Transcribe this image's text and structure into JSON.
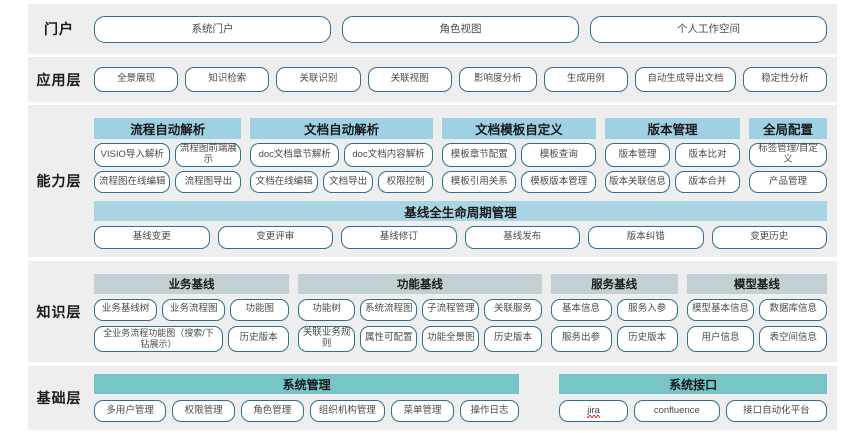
{
  "layers": [
    {
      "id": "portal",
      "label": "门户",
      "buttons": [
        "系统门户",
        "角色视图",
        "个人工作空间"
      ]
    },
    {
      "id": "application",
      "label": "应用层",
      "buttons": [
        "全景展现",
        "知识检索",
        "关联识别",
        "关联视图",
        "影响度分析",
        "生成用例",
        "自动生成导出文档",
        "稳定性分析"
      ]
    },
    {
      "id": "capability",
      "label": "能力层",
      "groups": [
        {
          "header": "流程自动解析",
          "rows": [
            [
              "VISIO导入解析",
              "流程图前端展\n示"
            ],
            [
              "流程图在线编辑",
              "流程图导出"
            ]
          ]
        },
        {
          "header": "文档自动解析",
          "rows": [
            [
              "doc文档章节解析",
              "doc文档内容解析"
            ],
            [
              "文档在线编辑",
              "文档导出",
              "权限控制"
            ]
          ]
        },
        {
          "header": "文档模板自定义",
          "rows": [
            [
              "模板章节配置",
              "模板查询"
            ],
            [
              "模板引用关系",
              "模板版本管理"
            ]
          ]
        },
        {
          "header": "版本管理",
          "rows": [
            [
              "版本管理",
              "版本比对"
            ],
            [
              "版本关联信息",
              "版本合并"
            ]
          ]
        },
        {
          "header": "全局配置",
          "rows": [
            [
              "标签管理/自定\n义"
            ],
            [
              "产品管理"
            ]
          ]
        }
      ],
      "lifecycle": {
        "header": "基线全生命周期管理",
        "buttons": [
          "基线变更",
          "变更评审",
          "基线修订",
          "基线发布",
          "版本纠错",
          "变更历史"
        ]
      }
    },
    {
      "id": "knowledge",
      "label": "知识层",
      "groups": [
        {
          "header": "业务基线",
          "rows": [
            [
              "业务基线树",
              "业务流程图",
              "功能图"
            ],
            [
              "全业务流程功能图（搜索/下\n钻展示）",
              "历史版本"
            ]
          ]
        },
        {
          "header": "功能基线",
          "rows": [
            [
              "功能树",
              "系统流程图",
              "子流程管理",
              "关联服务"
            ],
            [
              "关联业务规则",
              "属性可配置",
              "功能全景图",
              "历史版本"
            ]
          ]
        },
        {
          "header": "服务基线",
          "rows": [
            [
              "基本信息",
              "服务入参"
            ],
            [
              "服务出参",
              "历史版本"
            ]
          ]
        },
        {
          "header": "模型基线",
          "rows": [
            [
              "模型基本信息",
              "数据库信息"
            ],
            [
              "用户信息",
              "表空间信息"
            ]
          ]
        }
      ]
    },
    {
      "id": "foundation",
      "label": "基础层",
      "groups": [
        {
          "header": "系统管理",
          "rows": [
            [
              "多用户管理",
              "权限管理",
              "角色管理",
              "组织机构管理",
              "菜单管理",
              "操作日志"
            ]
          ]
        },
        {
          "header": "系统接口",
          "rows": [
            [
              "jira",
              "confluence",
              "接口自动化平台"
            ]
          ]
        }
      ]
    }
  ],
  "colors": {
    "band_bg": "#eeeeee",
    "pill_border": "#2f6e8c",
    "capability_header": "#9fd1e4",
    "lifecycle_header": "#a8d4e3",
    "knowledge_header": "#c3d0d3",
    "foundation_header": "#79c4c7",
    "text": "#4a4a4a"
  }
}
